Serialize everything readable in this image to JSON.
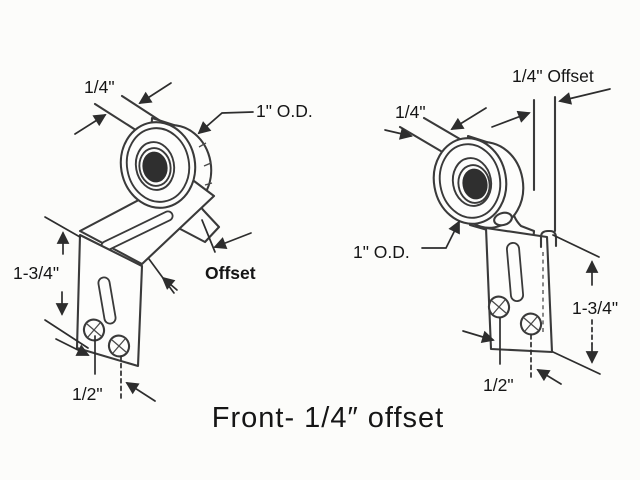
{
  "figure": {
    "caption": "Front- 1/4″ offset",
    "left": {
      "stem_width": "1/4\"",
      "outer_diameter": "1\" O.D.",
      "plate_height": "1-3/4\"",
      "offset_label": "Offset",
      "hole_spacing": "1/2\""
    },
    "right": {
      "offset_dim": "1/4\" Offset",
      "stem_width": "1/4\"",
      "outer_diameter": "1\" O.D.",
      "plate_height": "1-3/4\"",
      "hole_spacing": "1/2\""
    },
    "colors": {
      "line": "#3a3a3a",
      "text": "#151515",
      "hub": "#2f2f2f",
      "background": "#fcfcfa"
    }
  }
}
